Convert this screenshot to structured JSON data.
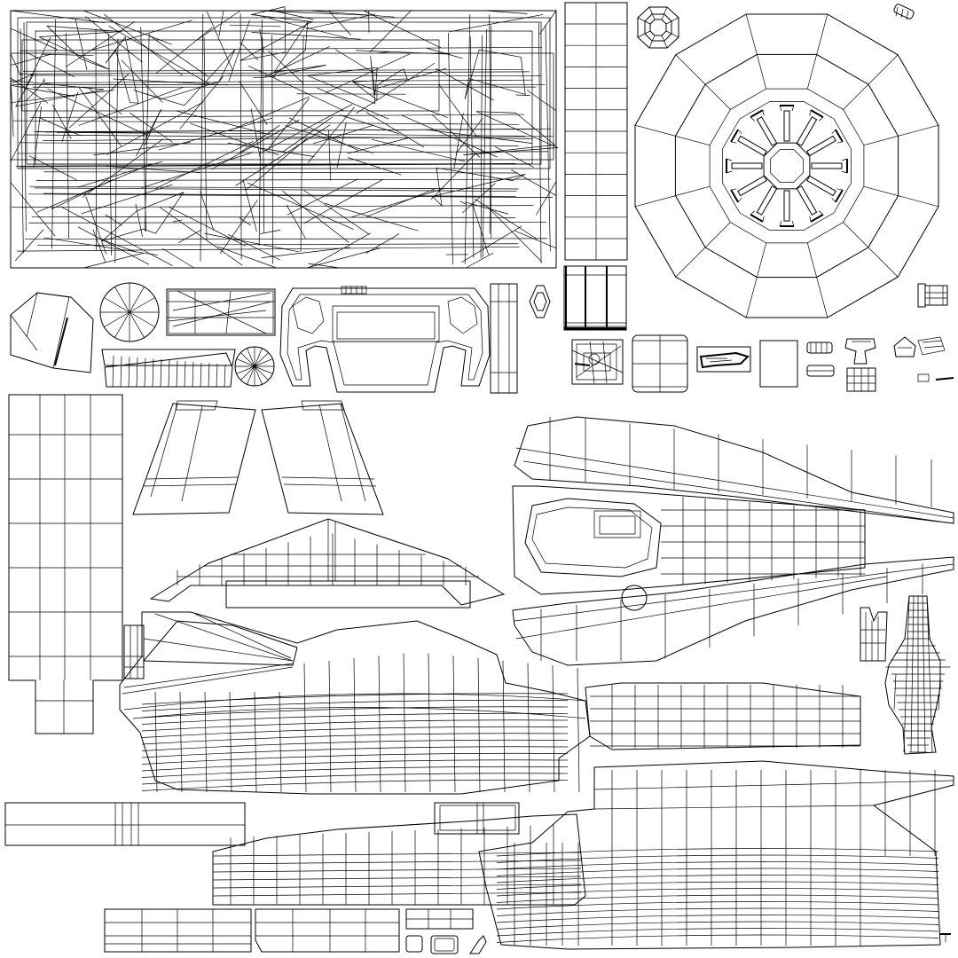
{
  "canvas": {
    "background": "#ffffff",
    "line_color": "#000000"
  },
  "uv_layout": {
    "kind": "texture-uv-wireframe",
    "islands": [
      "tangled-cluster",
      "strip-tall",
      "small-octagon",
      "small-capsule",
      "radial-disk",
      "left-hexagon",
      "fan-circle",
      "wedge-block",
      "frame-piece",
      "vertical-strip",
      "small-hex",
      "dark-stripes",
      "panel-strip",
      "small-circle",
      "tiny-parts-row",
      "tall-column",
      "trapezoid-left",
      "trapezoid-right",
      "wing-panel",
      "hull-top-right",
      "hull-mid-right",
      "hull-left-large",
      "boat-hull-mid",
      "hull-right-lower",
      "bottle-shape",
      "small-bars",
      "bottom-strips",
      "small-arrows"
    ]
  }
}
